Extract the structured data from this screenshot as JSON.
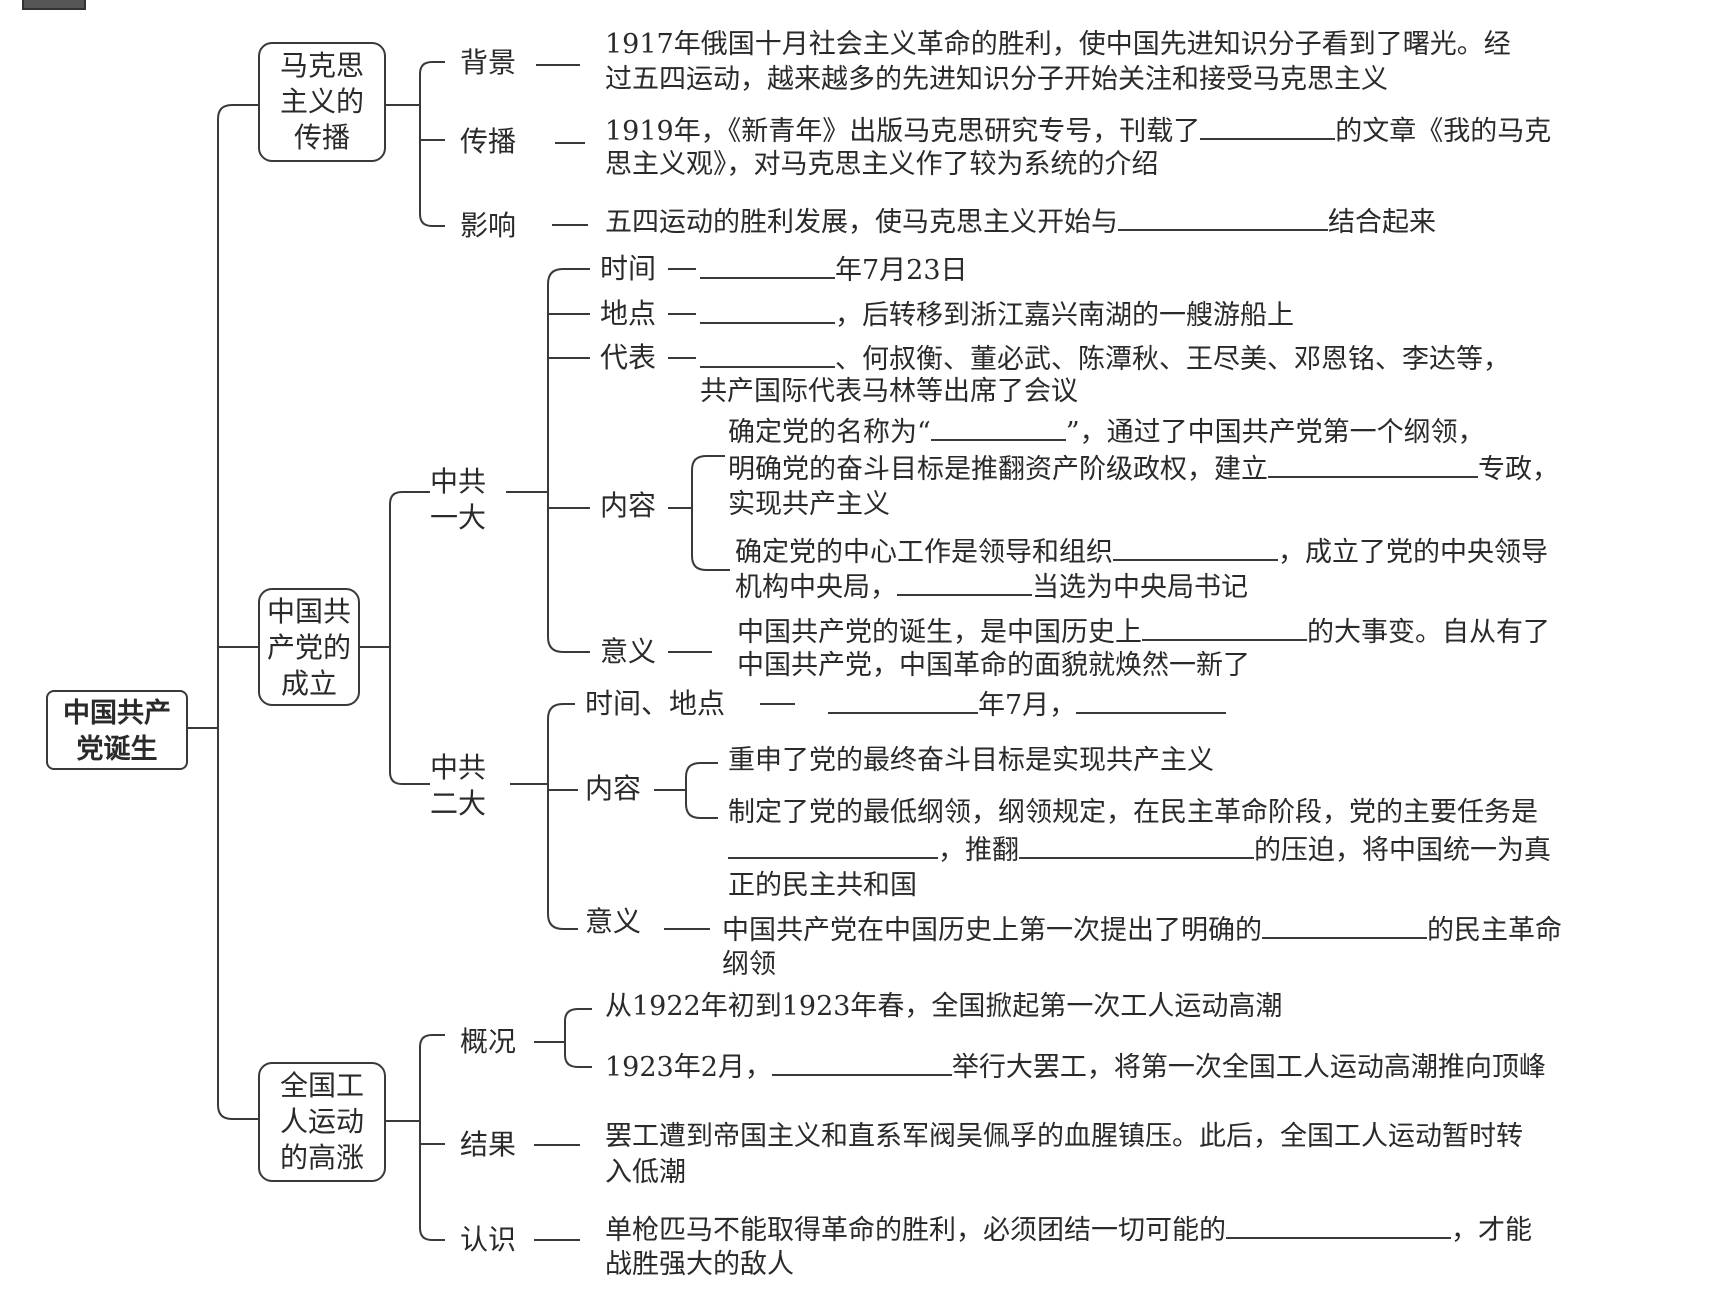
{
  "root": {
    "label": "中国共产党诞生"
  },
  "branches": {
    "b1": {
      "label": "马克思主义的传播",
      "background": {
        "label": "背景",
        "text": [
          "1917年俄国十月社会主义革命的胜利，使中国先进知识分子看到了曙光。经",
          "过五四运动，越来越多的先进知识分子开始关注和接受马克思主义"
        ]
      },
      "spread": {
        "label": "传播",
        "pre": "1919年，《新青年》出版马克思研究专号，刊载了",
        "post": "的文章《我的马克",
        "line2": "思主义观》，对马克思主义作了较为系统的介绍"
      },
      "influence": {
        "label": "影响",
        "pre": "五四运动的胜利发展，使马克思主义开始与",
        "post": "结合起来"
      }
    },
    "b2": {
      "label": "中国共产党的成立",
      "first": {
        "label": "中共一大",
        "time": {
          "label": "时间",
          "post": "年7月23日"
        },
        "place": {
          "label": "地点",
          "post": "，后转移到浙江嘉兴南湖的一艘游船上"
        },
        "reps": {
          "label": "代表",
          "post": "、何叔衡、董必武、陈潭秋、王尽美、邓恩铭、李达等，",
          "line2": "共产国际代表马林等出席了会议"
        },
        "content": {
          "label": "内容",
          "a1_pre": "确定党的名称为“",
          "a1_post": "”，通过了中国共产党第一个纲领，",
          "a2_pre": "明确党的奋斗目标是推翻资产阶级政权，建立",
          "a2_post": "专政，",
          "a3": "实现共产主义",
          "b1_pre": "确定党的中心工作是领导和组织",
          "b1_post": "，成立了党的中央领导",
          "b2_pre": "机构中央局，",
          "b2_post": "当选为中央局书记"
        },
        "meaning": {
          "label": "意义",
          "pre": "中国共产党的诞生，是中国历史上",
          "post": "的大事变。自从有了",
          "line2": "中国共产党，中国革命的面貌就焕然一新了"
        }
      },
      "second": {
        "label": "中共二大",
        "time": {
          "label": "时间、地点",
          "mid": "年7月，"
        },
        "content": {
          "label": "内容",
          "a": "重申了党的最终奋斗目标是实现共产主义",
          "b1": "制定了党的最低纲领，纲领规定，在民主革命阶段，党的主要任务是",
          "b2_mid": "，推翻",
          "b2_post": "的压迫，将中国统一为真",
          "b3": "正的民主共和国"
        },
        "meaning": {
          "label": "意义",
          "pre": "中国共产党在中国历史上第一次提出了明确的",
          "post": "的民主革命",
          "line2": "纲领"
        }
      }
    },
    "b3": {
      "label": "全国工人运动的高涨",
      "overview": {
        "label": "概况",
        "a": "从1922年初到1923年春，全国掀起第一次工人运动高潮",
        "b_pre": "1923年2月，",
        "b_post": "举行大罢工，将第一次全国工人运动高潮推向顶峰"
      },
      "result": {
        "label": "结果",
        "text": [
          "罢工遭到帝国主义和直系军阀吴佩孚的血腥镇压。此后，全国工人运动暂时转",
          "入低潮"
        ]
      },
      "lesson": {
        "label": "认识",
        "pre": "单枪匹马不能取得革命的胜利，必须团结一切可能的",
        "post": "，才能",
        "line2": "战胜强大的敌人"
      }
    }
  }
}
